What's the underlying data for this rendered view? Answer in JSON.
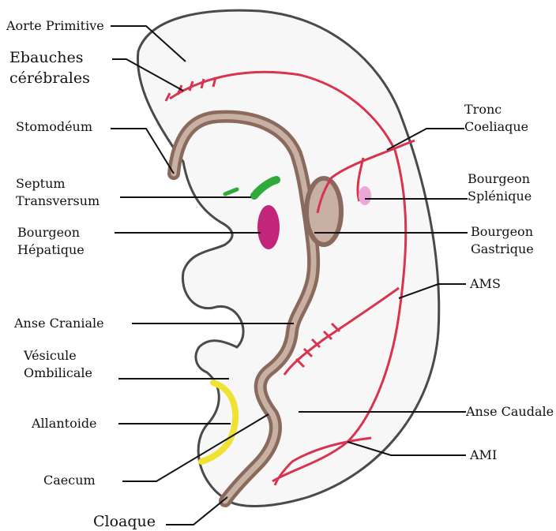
{
  "labels": {
    "aorte_primitive": "Aorte Primitive",
    "ebauches_cerebrales": [
      "Ebauches",
      "cérébrales"
    ],
    "stomodeum": "Stomodéum",
    "septum_transversum": [
      "Septum",
      "Transversum"
    ],
    "bourgeon_hepatique": [
      "Bourgeon",
      "Hépatique"
    ],
    "anse_craniale": "Anse Craniale",
    "vesicule_ombilicale": [
      "Vésicule",
      "Ombilicale"
    ],
    "allantoide": "Allantoide",
    "caecum": "Caecum",
    "cloaque": "Cloaque",
    "tronc_coeliaque": [
      "Tronc",
      "Coeliaque"
    ],
    "bourgeon_splenique": [
      "Bourgeon",
      "Splénique"
    ],
    "bourgeon_gastrique": [
      "Bourgeon",
      "Gastrique"
    ],
    "ams": "AMS",
    "anse_caudale": "Anse Caudale",
    "ami": "AMI"
  },
  "colors": {
    "outline": "#4a4a4a",
    "gut": "#8a6a5c",
    "gut_fill": "#c9b0a4",
    "artery": "#d8344f",
    "septum": "#2eaa3a",
    "liver": "#c2267a",
    "spleen": "#e9a8d8",
    "allantoid": "#f0e232",
    "leader": "#111111"
  }
}
